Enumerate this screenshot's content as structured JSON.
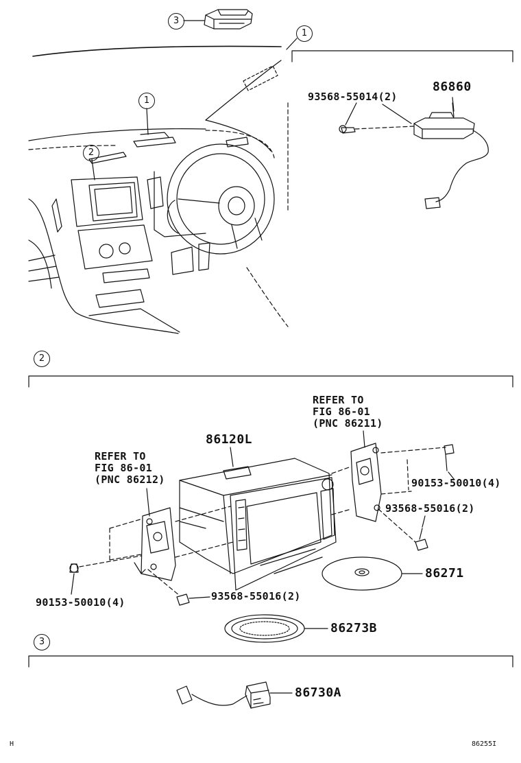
{
  "callouts": {
    "c1_main": "1",
    "c1_inset": "1",
    "c2_inset": "2",
    "c3_top": "3",
    "c2_section": "2",
    "c3_section": "3"
  },
  "section1": {
    "main_part": "86860",
    "screw": "93568-55014(2)"
  },
  "section2": {
    "nav_unit": "86120L",
    "refer_right": [
      "REFER TO",
      "FIG 86-01",
      "(PNC 86211)"
    ],
    "refer_left": [
      "REFER TO",
      "FIG 86-01",
      "(PNC 86212)"
    ],
    "bolt_right": "90153-50010(4)",
    "screw_right": "93568-55016(2)",
    "disc": "86271",
    "bolt_left": "90153-50010(4)",
    "screw_left": "93568-55016(2)",
    "ring": "86273B"
  },
  "section3": {
    "part": "86730A"
  },
  "footer": {
    "left": "H",
    "right": "86255I"
  }
}
